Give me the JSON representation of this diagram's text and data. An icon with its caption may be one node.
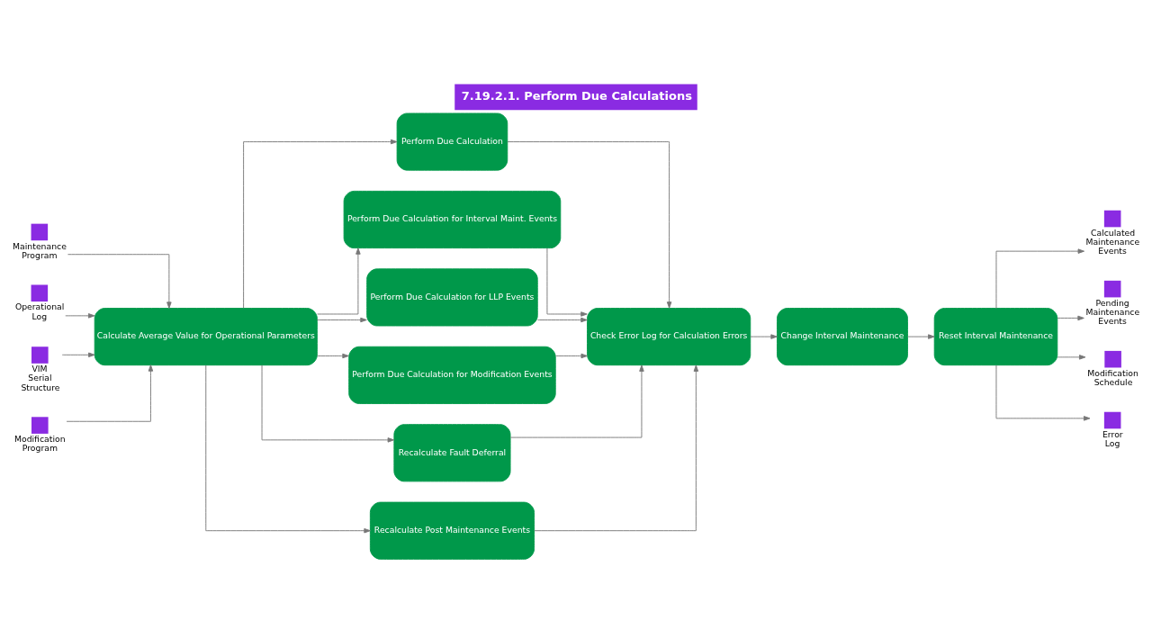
{
  "diagram": {
    "title": "7.19.2.1. Perform Due Calculations",
    "nodes": [
      {
        "text": [],
        "shape": "box",
        "beside": [
          "Maintenance Program"
        ]
      },
      {
        "text": [],
        "shape": "box",
        "beside": [
          "Operational Log"
        ]
      },
      {
        "text": [],
        "shape": "box",
        "beside": [
          "VIM Serial Structure"
        ]
      },
      {
        "text": [],
        "shape": "box",
        "beside": [
          "Modification Program"
        ]
      },
      {
        "text": [
          "Calculate Average Value for Operational Parameters"
        ]
      },
      {
        "text": [
          "Perform Due Calculation"
        ]
      },
      {
        "text": [
          "Perform Due Calculation for Interval Maint. Events"
        ]
      },
      {
        "text": [
          "Perform Due Calculation for LLP Events"
        ]
      },
      {
        "text": [
          "Perform Due Calculation for Modification Events"
        ]
      },
      {
        "text": [
          "Recalculate Fault Deferral"
        ]
      },
      {
        "text": [
          "Recalculate Post Maintenance Events"
        ]
      },
      {
        "text": [
          "Check Error Log for Calculation Errors"
        ]
      },
      {
        "text": [
          "Change Interval Maintenance"
        ]
      },
      {
        "text": [
          "Reset Interval Maintenance"
        ]
      },
      {
        "text": [],
        "shape": "box",
        "beside": [
          "Calculated Maintenance Events"
        ]
      },
      {
        "text": [],
        "shape": "box",
        "beside": [
          "Pending Maintenance Events"
        ]
      },
      {
        "text": [],
        "shape": "box",
        "beside": [
          "Modification Schedule"
        ]
      },
      {
        "text": [],
        "shape": "box",
        "beside": [
          "Error Log"
        ]
      }
    ],
    "edges": [
      {
        "from": 0,
        "to": 4,
        "arrow": "to"
      },
      {
        "from": 1,
        "to": 4,
        "arrow": "to"
      },
      {
        "from": 2,
        "to": 4,
        "arrow": "to"
      },
      {
        "from": 3,
        "to": 4,
        "arrow": "to"
      },
      {
        "from": 4,
        "to": 5,
        "arrow": "to"
      },
      {
        "from": 4,
        "to": 6,
        "arrow": "to"
      },
      {
        "from": 4,
        "to": 7,
        "arrow": "to"
      },
      {
        "from": 4,
        "to": 8,
        "arrow": "to"
      },
      {
        "from": 4,
        "to": 9,
        "arrow": "to"
      },
      {
        "from": 4,
        "to": 10,
        "arrow": "to"
      },
      {
        "from": 5,
        "to": 11,
        "arrow": "to"
      },
      {
        "from": 6,
        "to": 11,
        "arrow": "to"
      },
      {
        "from": 7,
        "to": 11,
        "arrow": "to"
      },
      {
        "from": 8,
        "to": 11,
        "arrow": "to"
      },
      {
        "from": 9,
        "to": 11,
        "arrow": "to"
      },
      {
        "from": 10,
        "to": 11,
        "arrow": "to"
      },
      {
        "from": 11,
        "to": 12,
        "arrow": "to"
      },
      {
        "from": 12,
        "to": 13,
        "arrow": "to"
      },
      {
        "from": 13,
        "to": 14,
        "arrow": "to"
      },
      {
        "from": 13,
        "to": 15,
        "arrow": "to"
      },
      {
        "from": 13,
        "to": 16,
        "arrow": "to"
      },
      {
        "from": 13,
        "to": 17,
        "arrow": "to"
      }
    ]
  }
}
